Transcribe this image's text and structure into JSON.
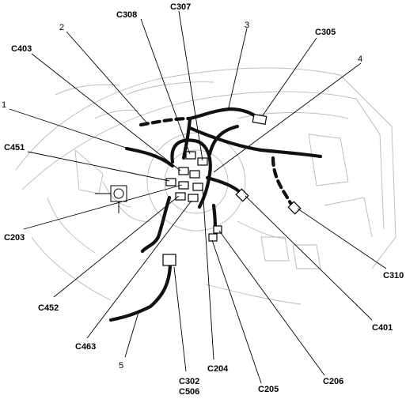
{
  "callouts": {
    "c308": "C308",
    "c307": "C307",
    "c305": "C305",
    "c403": "C403",
    "c451": "C451",
    "c203": "C203",
    "c452": "C452",
    "c463": "C463",
    "c302": "C302",
    "c506": "C506",
    "c204": "C204",
    "c205": "C205",
    "c206": "C206",
    "c401": "C401",
    "c310": "C310",
    "n1": "1",
    "n2": "2",
    "n3": "3",
    "n4": "4",
    "n5": "5"
  },
  "colors": {
    "line": "#000000",
    "background": "#ffffff",
    "faint": "#b8b8b8"
  }
}
